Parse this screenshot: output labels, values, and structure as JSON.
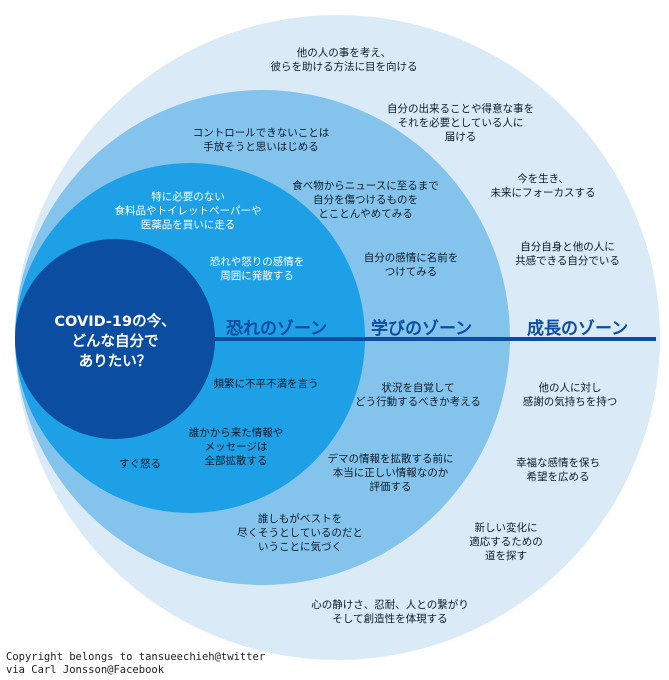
{
  "center": {
    "title": "COVID-19の今、\nどんな自分で\nありたい？"
  },
  "zones": {
    "fear": {
      "title": "恐れのゾーン"
    },
    "learning": {
      "title": "学びのゾーン"
    },
    "growth": {
      "title": "成長のゾーン"
    }
  },
  "fear_items": {
    "stockpiling": "特に必要のない\n食料品やトイレットペーパーや\n医薬品を買いに走る",
    "spreading_anger": "恐れや怒りの感情を\n周囲に発散する",
    "complaining": "頻繁に不平不満を言う",
    "forwarding_all": "誰かから来た情報や\nメッセージは\n全部拡散する",
    "quick_anger": "すぐ怒る"
  },
  "learning_items": {
    "let_go_control": "コントロールできないことは\n手放そうと思いはじめる",
    "stop_harmful_media": "食べ物からニュースに至るまで\n自分を傷つけるものを\nとことんやめてみる",
    "name_emotions": "自分の感情に名前を\nつけてみる",
    "self_aware_action": "状況を自覚して\nどう行動するべきか考える",
    "verify_information": "デマの情報を拡散する前に\n本当に正しい情報なのか\n評価する",
    "everyone_doing_best": "誰しもがベストを\n尽くそうとしているのだと\nいうことに気づく"
  },
  "growth_items": {
    "help_others": "他の人の事を考え、\n彼らを助ける方法に目を向ける",
    "share_skills": "自分の出来ることや得意な事を\nそれを必要としている人に\n届ける",
    "live_present": "今を生き、\n未来にフォーカスする",
    "empathy": "自分自身と他の人に\n共感できる自分でいる",
    "gratitude": "他の人に対し\n感謝の気持ちを持つ",
    "spread_hope": "幸福な感情を保ち\n希望を広める",
    "adapt_change": "新しい変化に\n適応するための\n道を探す",
    "calm_patience": "心の静けさ、忍耐、人との繋がり\nそして創造性を体現する"
  },
  "credit": "Copyright belongs to tansueechieh@twitter\nvia Carl Jonsson@Facebook",
  "colors": {
    "growth_zone": "#dbeaf7",
    "learning_zone": "#84c3ec",
    "fear_zone": "#1ea0e6",
    "center": "#0b4da0",
    "title_text": "#0b4da0"
  }
}
